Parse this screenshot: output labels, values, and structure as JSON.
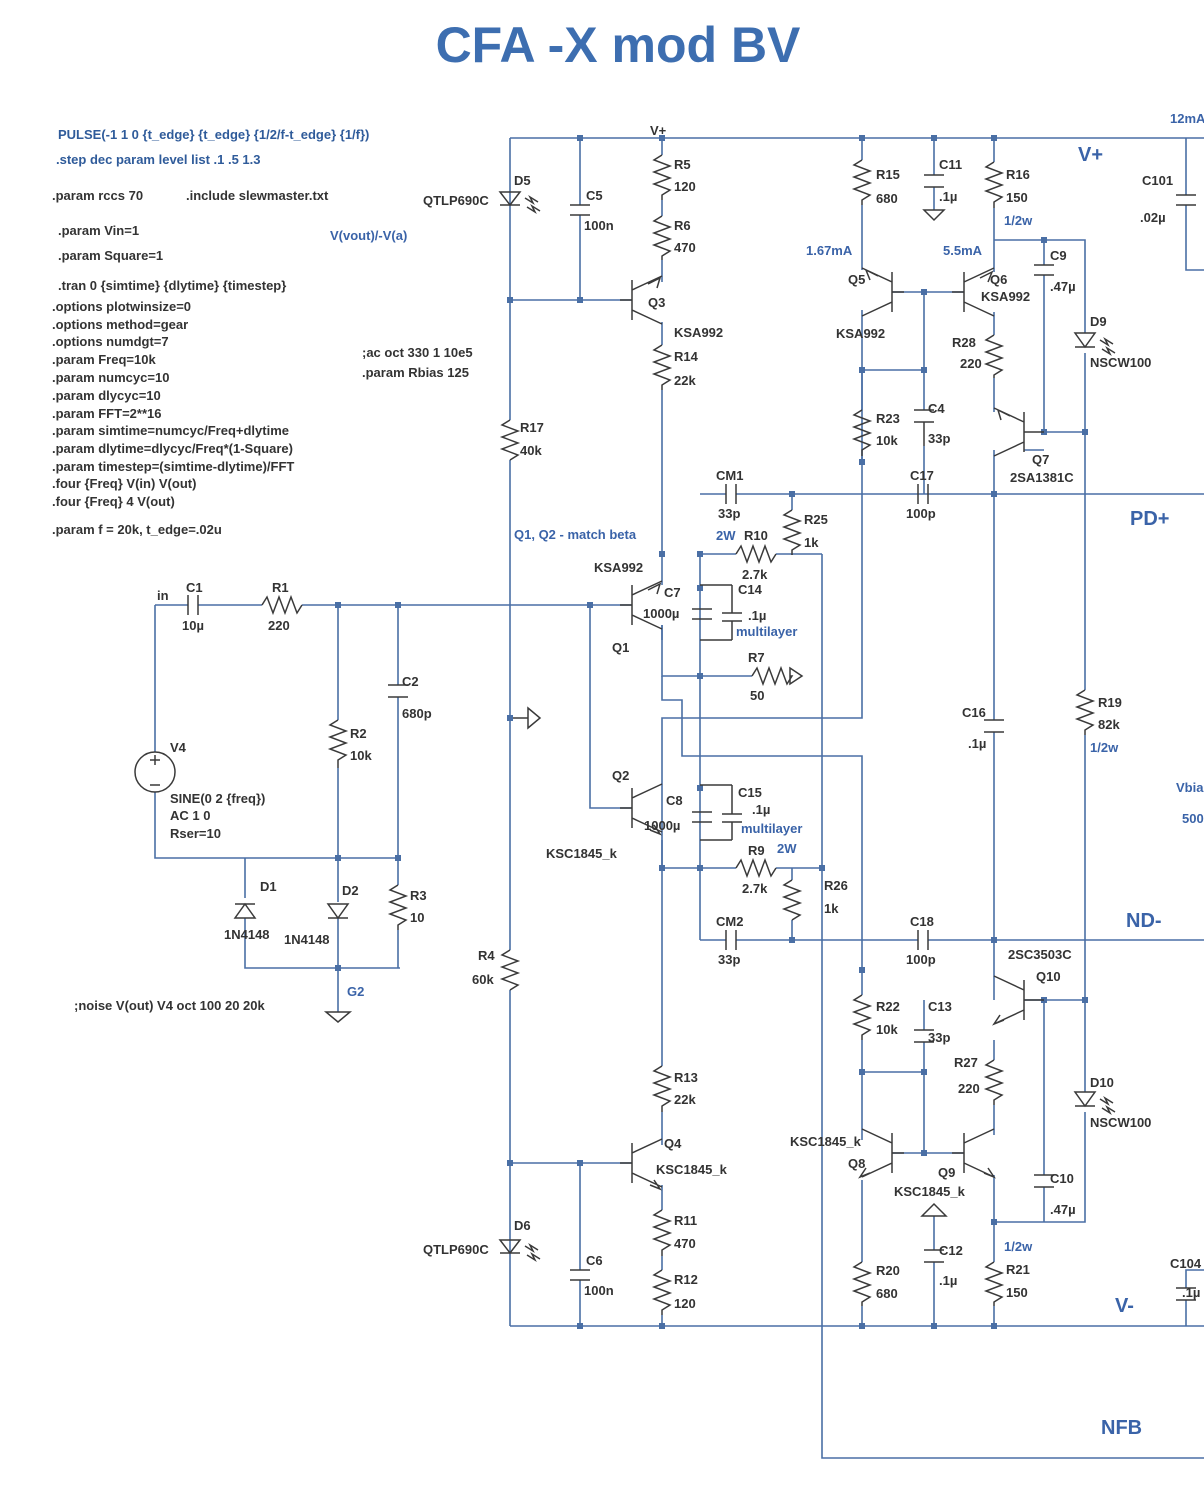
{
  "title": "CFA -X mod BV",
  "directives": [
    "PULSE(-1 1 0 {t_edge} {t_edge} {1/2/f-t_edge} {1/f})",
    ".step dec param level list .1 .5 1.3",
    ".param rccs 70",
    ".include slewmaster.txt",
    ".param Vin=1",
    ".param Square=1",
    ".tran 0 {simtime} {dlytime} {timestep}",
    ".options plotwinsize=0",
    ".options method=gear",
    ".options numdgt=7",
    ".param Freq=10k",
    ".param numcyc=10",
    ".param dlycyc=10",
    ".param FFT=2**16",
    ".param simtime=numcyc/Freq+dlytime",
    ".param dlytime=dlycyc/Freq*(1-Square)",
    ".param timestep=(simtime-dlytime)/FFT",
    ".four {Freq}  V(in) V(out)",
    ".four {Freq} 4 V(out)",
    ".param f = 20k, t_edge=.02u",
    ";ac oct 330 1 10e5",
    ".param Rbias 125",
    "V(vout)/-V(a)",
    ";noise V(out) V4 oct 100 20 20k"
  ],
  "notes": [
    "Q1, Q2 - match beta",
    "multilayer",
    "multilayer",
    "1.67mA",
    "5.5mA",
    "12mA",
    "2W",
    "2W",
    "1/2w",
    "1/2w",
    "1/2w"
  ],
  "nets": [
    "V+",
    "V+",
    "V-",
    "PD+",
    "ND-",
    "NFB",
    "Vbia",
    "500",
    "in",
    "G2"
  ],
  "source": {
    "ref": "V4",
    "spec": [
      "SINE(0 2 {freq})",
      "AC 1 0",
      "Rser=10"
    ]
  },
  "parts": [
    [
      "C1",
      "10µ"
    ],
    [
      "R1",
      "220"
    ],
    [
      "R2",
      "10k"
    ],
    [
      "C2",
      "680p"
    ],
    [
      "R3",
      "10"
    ],
    [
      "D1",
      "1N4148"
    ],
    [
      "D2",
      "1N4148"
    ],
    [
      "D5",
      "QTLP690C"
    ],
    [
      "C5",
      "100n"
    ],
    [
      "R5",
      "120"
    ],
    [
      "R6",
      "470"
    ],
    [
      "Q3",
      "KSA992"
    ],
    [
      "R14",
      "22k"
    ],
    [
      "R17",
      "40k"
    ],
    [
      "Q1",
      "KSA992"
    ],
    [
      "C7",
      "1000µ"
    ],
    [
      "C14",
      ".1µ"
    ],
    [
      "R10",
      "2.7k"
    ],
    [
      "R25",
      "1k"
    ],
    [
      "CM1",
      "33p"
    ],
    [
      "R7",
      "50"
    ],
    [
      "Q2",
      "KSC1845_k"
    ],
    [
      "C8",
      "1000µ"
    ],
    [
      "C15",
      ".1µ"
    ],
    [
      "R9",
      "2.7k"
    ],
    [
      "R26",
      "1k"
    ],
    [
      "CM2",
      "33p"
    ],
    [
      "R4",
      "60k"
    ],
    [
      "R13",
      "22k"
    ],
    [
      "Q4",
      "KSC1845_k"
    ],
    [
      "R11",
      "470"
    ],
    [
      "R12",
      "120"
    ],
    [
      "D6",
      "QTLP690C"
    ],
    [
      "C6",
      "100n"
    ],
    [
      "R15",
      "680"
    ],
    [
      "C11",
      ".1µ"
    ],
    [
      "R16",
      "150"
    ],
    [
      "Q5",
      "KSA992"
    ],
    [
      "Q6",
      "KSA992"
    ],
    [
      "C9",
      ".47µ"
    ],
    [
      "D9",
      "NSCW100"
    ],
    [
      "R28",
      "220"
    ],
    [
      "R23",
      "10k"
    ],
    [
      "C4",
      "33p"
    ],
    [
      "Q7",
      "2SA1381C"
    ],
    [
      "C17",
      "100p"
    ],
    [
      "C16",
      ".1µ"
    ],
    [
      "R19",
      "82k"
    ],
    [
      "C101",
      ".02µ"
    ],
    [
      "C18",
      "100p"
    ],
    [
      "Q10",
      "2SC3503C"
    ],
    [
      "R22",
      "10k"
    ],
    [
      "C13",
      "33p"
    ],
    [
      "R27",
      "220"
    ],
    [
      "D10",
      "NSCW100"
    ],
    [
      "Q8",
      "KSC1845_k"
    ],
    [
      "Q9",
      "KSC1845_k"
    ],
    [
      "C10",
      ".47µ"
    ],
    [
      "R20",
      "680"
    ],
    [
      "C12",
      ".1µ"
    ],
    [
      "R21",
      "150"
    ],
    [
      "C104",
      ".1µ"
    ]
  ]
}
